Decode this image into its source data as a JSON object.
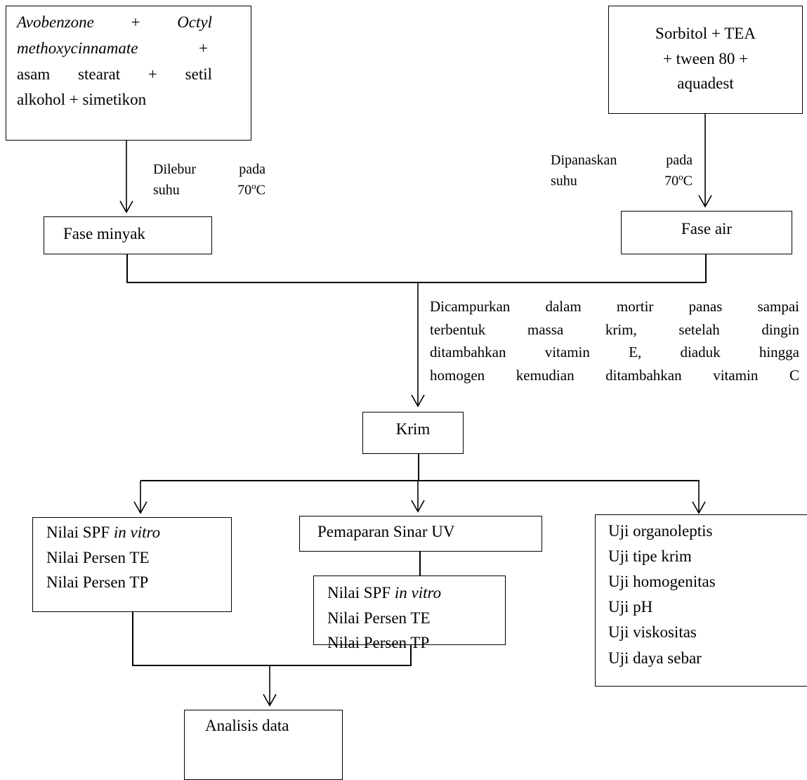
{
  "oil_ingredients": {
    "line1_a": "Avobenzone",
    "line1_b": "+",
    "line1_c": "Octyl",
    "line2_a": "methoxycinnamate",
    "line2_b": "+",
    "line3": "asam stearat + setil",
    "line4": "alkohol + simetikon"
  },
  "water_ingredients": {
    "line1": "Sorbitol + TEA",
    "line2": "+ tween 80 +",
    "line3": "aquadest"
  },
  "oil_step": {
    "line1": "Dilebur pada",
    "line2_a": "suhu 70",
    "line2_sup": "o",
    "line2_b": "C"
  },
  "water_step": {
    "line1": "Dipanaskan pada",
    "line2_a": "suhu 70",
    "line2_sup": "o",
    "line2_b": "C"
  },
  "oil_phase": "Fase minyak",
  "water_phase": "Fase air",
  "mix_step": {
    "line1": "Dicampurkan dalam mortir panas sampai",
    "line2": "terbentuk massa krim, setelah dingin",
    "line3": "ditambahkan vitamin E, diaduk hingga",
    "line4": "homogen kemudian ditambahkan vitamin C"
  },
  "cream": "Krim",
  "left_tests": {
    "line1_a": "Nilai SPF ",
    "line1_b": "in vitro",
    "line2": "Nilai Persen TE",
    "line3": "Nilai Persen TP"
  },
  "uv_exposure": "Pemaparan Sinar UV",
  "mid_tests": {
    "line1_a": "Nilai SPF ",
    "line1_b": "in vitro",
    "line2": "Nilai Persen TE",
    "line3": "Nilai Persen TP"
  },
  "right_tests": [
    "Uji organoleptis",
    "Uji tipe krim",
    "Uji homogenitas",
    "Uji pH",
    "Uji viskositas",
    "Uji daya sebar"
  ],
  "analysis": "Analisis data"
}
